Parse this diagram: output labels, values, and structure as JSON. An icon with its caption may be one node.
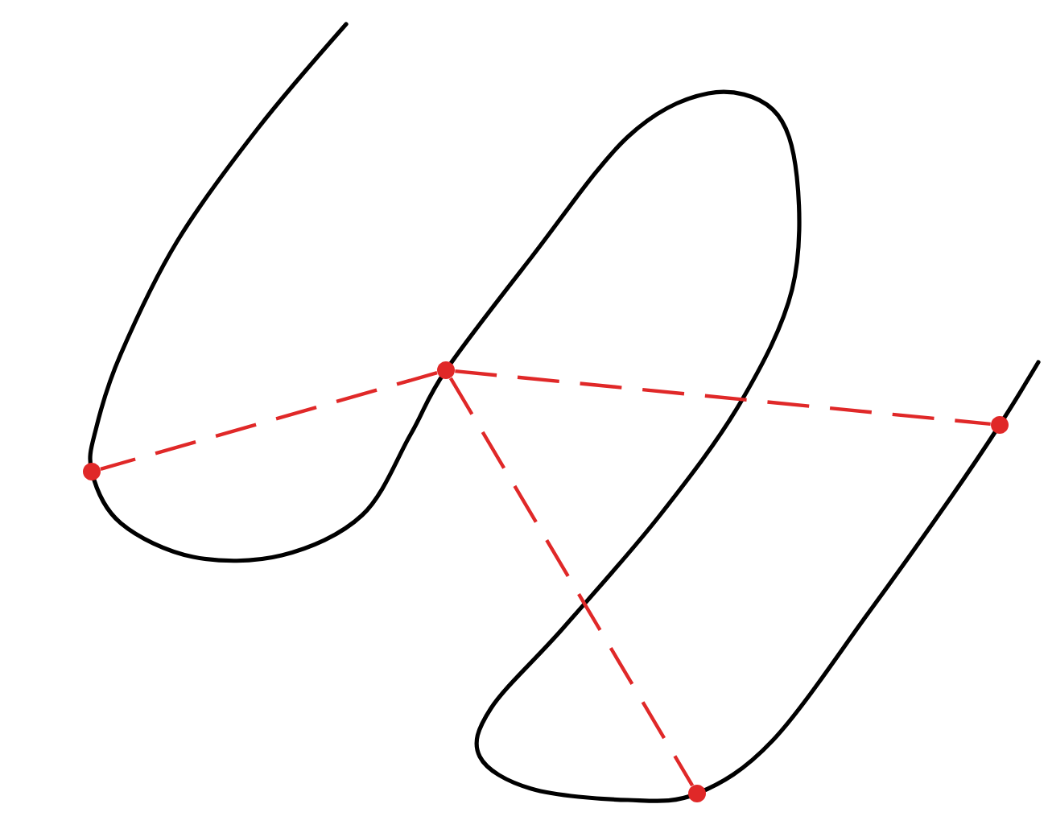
{
  "diagram": {
    "nodes": [
      {
        "text": [],
        "shape": "circle"
      },
      {
        "text": [],
        "shape": "circle"
      },
      {
        "text": [],
        "shape": "circle"
      },
      {
        "text": [],
        "shape": "circle"
      }
    ],
    "edges": [
      {
        "from": 1,
        "to": 0,
        "arrow": "none",
        "style": "dashed"
      },
      {
        "from": 1,
        "to": 3,
        "arrow": "none",
        "style": "dashed"
      },
      {
        "from": 1,
        "to": 2,
        "arrow": "none",
        "style": "dashed"
      }
    ]
  }
}
